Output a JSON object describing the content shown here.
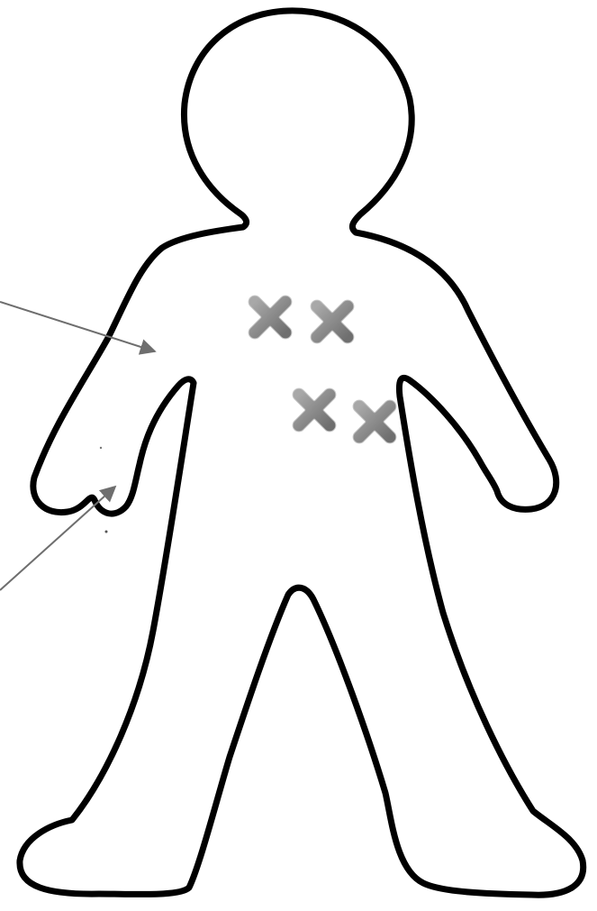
{
  "diagram": {
    "subject": "body-outline",
    "outline_color": "#000000",
    "background_color": "#ffffff",
    "markers": {
      "count": 4,
      "icon": "x-mark-icon",
      "color": "#6f6f6f",
      "highlight_color": "#a8a8a8"
    },
    "pointers": {
      "count": 2,
      "icon": "arrow-icon",
      "color": "#6e6e6e"
    }
  }
}
